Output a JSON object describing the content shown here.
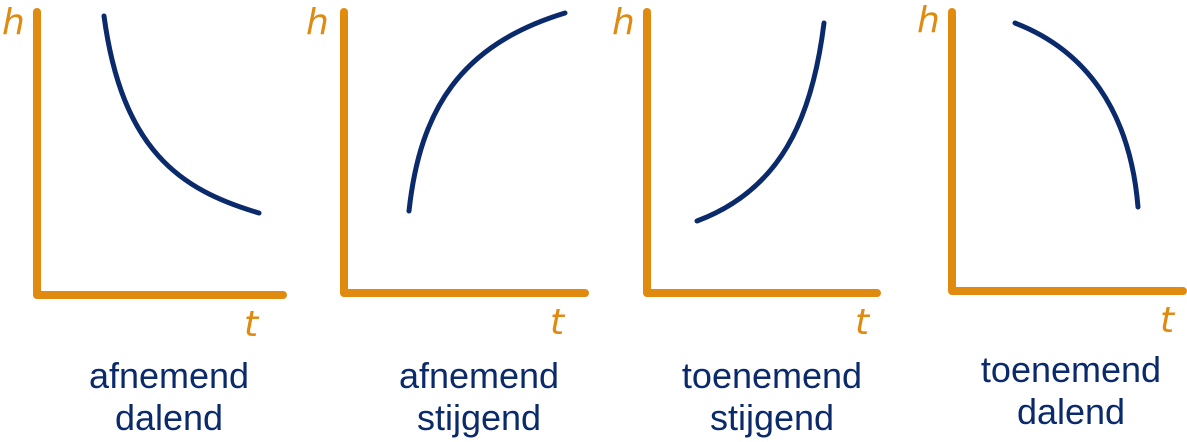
{
  "colors": {
    "axis": "#E08A10",
    "curve": "#0B2A6B",
    "background": "#FFFFFF"
  },
  "axes": {
    "y_label": "h",
    "x_label": "t"
  },
  "panels": [
    {
      "id": "afnemend-dalend",
      "shape": "decreasing, concave up (flattening)",
      "line1": "afnemend",
      "line2": "dalend"
    },
    {
      "id": "afnemend-stijgend",
      "shape": "increasing, concave down (flattening)",
      "line1": "afnemend",
      "line2": "stijgend"
    },
    {
      "id": "toenemend-stijgend",
      "shape": "increasing, concave up (steepening)",
      "line1": "toenemend",
      "line2": "stijgend"
    },
    {
      "id": "toenemend-dalend",
      "shape": "decreasing, concave down (steepening)",
      "line1": "toenemend",
      "line2": "dalend"
    }
  ]
}
